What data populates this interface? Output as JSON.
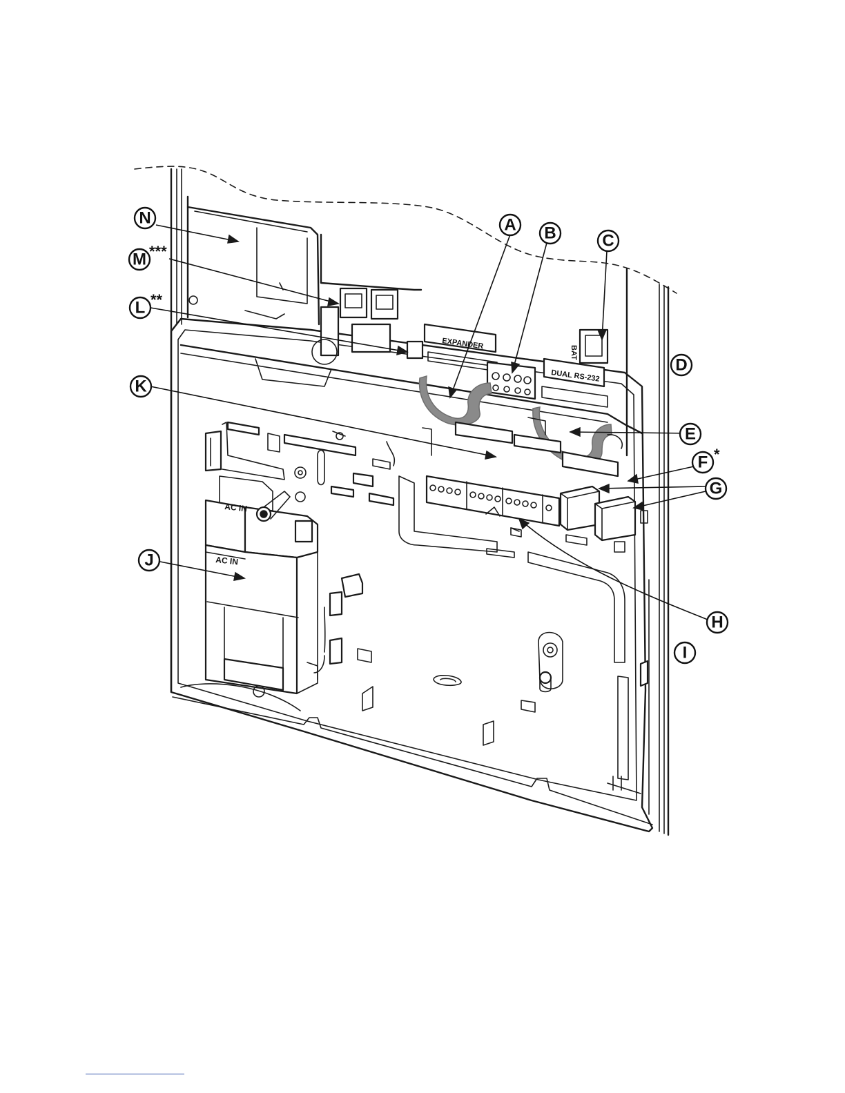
{
  "board_labels": {
    "expander": "EXPANDER",
    "dual_rs232": "DUAL RS-232",
    "bat": "BAT",
    "ac_in_top": "AC IN",
    "ac_in_bottom": "AC IN"
  },
  "callouts": [
    {
      "id": "A",
      "letter": "A",
      "suffix": ""
    },
    {
      "id": "B",
      "letter": "B",
      "suffix": ""
    },
    {
      "id": "C",
      "letter": "C",
      "suffix": ""
    },
    {
      "id": "D",
      "letter": "D",
      "suffix": ""
    },
    {
      "id": "E",
      "letter": "E",
      "suffix": ""
    },
    {
      "id": "F",
      "letter": "F",
      "suffix": "*"
    },
    {
      "id": "G",
      "letter": "G",
      "suffix": ""
    },
    {
      "id": "H",
      "letter": "H",
      "suffix": ""
    },
    {
      "id": "I",
      "letter": "I",
      "suffix": ""
    },
    {
      "id": "J",
      "letter": "J",
      "suffix": ""
    },
    {
      "id": "K",
      "letter": "K",
      "suffix": ""
    },
    {
      "id": "L",
      "letter": "L",
      "suffix": "**"
    },
    {
      "id": "M",
      "letter": "M",
      "suffix": "***"
    },
    {
      "id": "N",
      "letter": "N",
      "suffix": ""
    }
  ],
  "colors": {
    "line": "#1a1a1a",
    "ribbon_cable": "#8a8a8a",
    "footnote_rule": "#3355aa"
  }
}
